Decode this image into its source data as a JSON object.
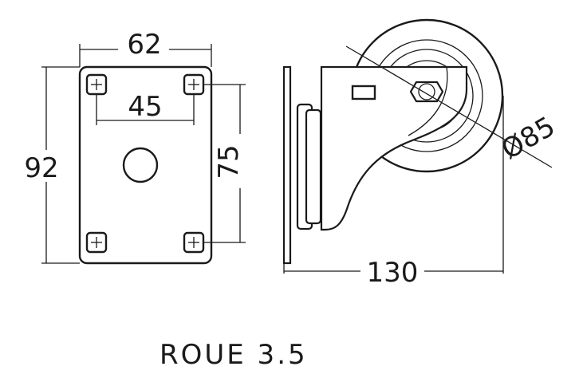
{
  "drawing": {
    "dimensions": {
      "plate_width": "62",
      "hole_spacing_x": "45",
      "plate_height": "92",
      "hole_spacing_y": "75",
      "wheel_diameter": "Ø85",
      "total_height": "130"
    },
    "caption": "ROUE 3.5"
  }
}
